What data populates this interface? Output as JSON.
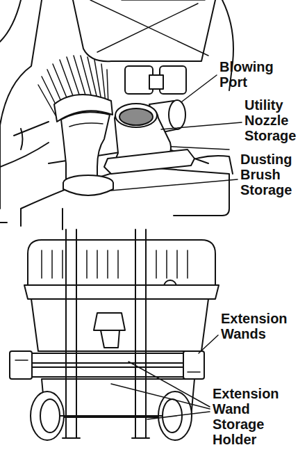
{
  "diagram": {
    "labels": [
      "Blowing Port",
      "Utility Nozzle Storage",
      "Dusting Brush Storage",
      "Extension Wands",
      "Extension Wand Storage Holder"
    ]
  }
}
